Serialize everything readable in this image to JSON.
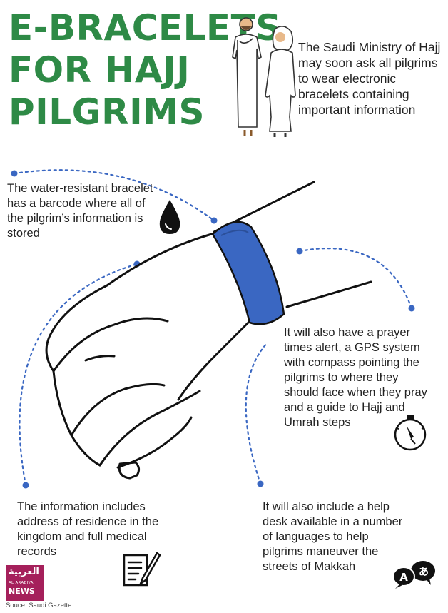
{
  "title": {
    "line1": "E-BRACELETS",
    "line2": "FOR HAJJ",
    "line3": "PILGRIMS"
  },
  "intro": "The Saudi Ministry of Hajj may soon ask all pilgrims to wear electronic bracelets containing important information",
  "callouts": {
    "water": "The water-resistant bracelet has a barcode where all of the pilgrim’s information is stored",
    "prayer": "It will also have a prayer times alert, a GPS system with compass pointing the pilgrims to where they should face when they pray and a guide to Hajj and Umrah steps",
    "info": "The information includes address of residence in the kingdom and full medical records",
    "help": "It will also include a help desk available in a number of languages to help pilgrims maneuver the streets of Makkah"
  },
  "logo": {
    "arabic": "العربية",
    "line1": "AL ARABIYA",
    "line2": "NEWS"
  },
  "source": "Souce: Saudi Gazette",
  "translate_glyphs": {
    "latin": "A",
    "japanese": "あ"
  },
  "colors": {
    "title_green": "#2e8a46",
    "bracelet_blue": "#3a67c2",
    "dotted_blue": "#3a67c2",
    "logo_magenta": "#a5205b"
  },
  "icons": [
    "water-drop-icon",
    "compass-icon",
    "document-pen-icon",
    "translate-icon",
    "pilgrim-figures"
  ]
}
